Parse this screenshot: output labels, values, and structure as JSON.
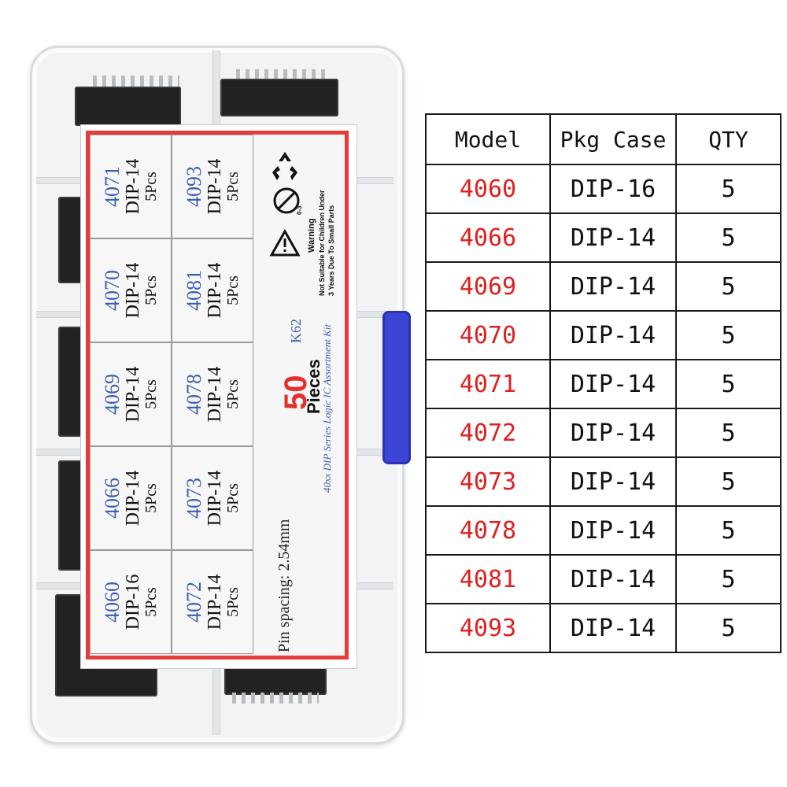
{
  "card": {
    "cells": [
      {
        "model": "4071",
        "pkg": "DIP-14",
        "qty": "5Pcs"
      },
      {
        "model": "4093",
        "pkg": "DIP-14",
        "qty": "5Pcs"
      },
      {
        "model": "4070",
        "pkg": "DIP-14",
        "qty": "5Pcs"
      },
      {
        "model": "4081",
        "pkg": "DIP-14",
        "qty": "5Pcs"
      },
      {
        "model": "4069",
        "pkg": "DIP-14",
        "qty": "5Pcs"
      },
      {
        "model": "4078",
        "pkg": "DIP-14",
        "qty": "5Pcs"
      },
      {
        "model": "4066",
        "pkg": "DIP-14",
        "qty": "5Pcs"
      },
      {
        "model": "4073",
        "pkg": "DIP-14",
        "qty": "5Pcs"
      },
      {
        "model": "4060",
        "pkg": "DIP-16",
        "qty": "5Pcs"
      },
      {
        "model": "4072",
        "pkg": "DIP-14",
        "qty": "5Pcs"
      }
    ],
    "count": "50",
    "pieces_label": "Pieces",
    "series_text": "40xx DIP Series Logic IC Assortment Kit",
    "kit_code": "K62",
    "pin_spacing": "Pin spacing: 2.54mm",
    "warning_word": "Warning",
    "warning_line1": "Not Suitable for Children Under",
    "warning_line2": "3 Years Due To Small Parts",
    "warning_age": "0-3"
  },
  "table": {
    "headers": [
      "Model",
      "Pkg Case",
      "QTY"
    ],
    "rows": [
      [
        "4060",
        "DIP-16",
        "5"
      ],
      [
        "4066",
        "DIP-14",
        "5"
      ],
      [
        "4069",
        "DIP-14",
        "5"
      ],
      [
        "4070",
        "DIP-14",
        "5"
      ],
      [
        "4071",
        "DIP-14",
        "5"
      ],
      [
        "4072",
        "DIP-14",
        "5"
      ],
      [
        "4073",
        "DIP-14",
        "5"
      ],
      [
        "4078",
        "DIP-14",
        "5"
      ],
      [
        "4081",
        "DIP-14",
        "5"
      ],
      [
        "4093",
        "DIP-14",
        "5"
      ]
    ]
  },
  "colors": {
    "model_red": "#e02020",
    "card_border_red": "#e63b3b",
    "card_model_blue": "#3b5fb0",
    "latch_blue": "#3d45d6"
  }
}
